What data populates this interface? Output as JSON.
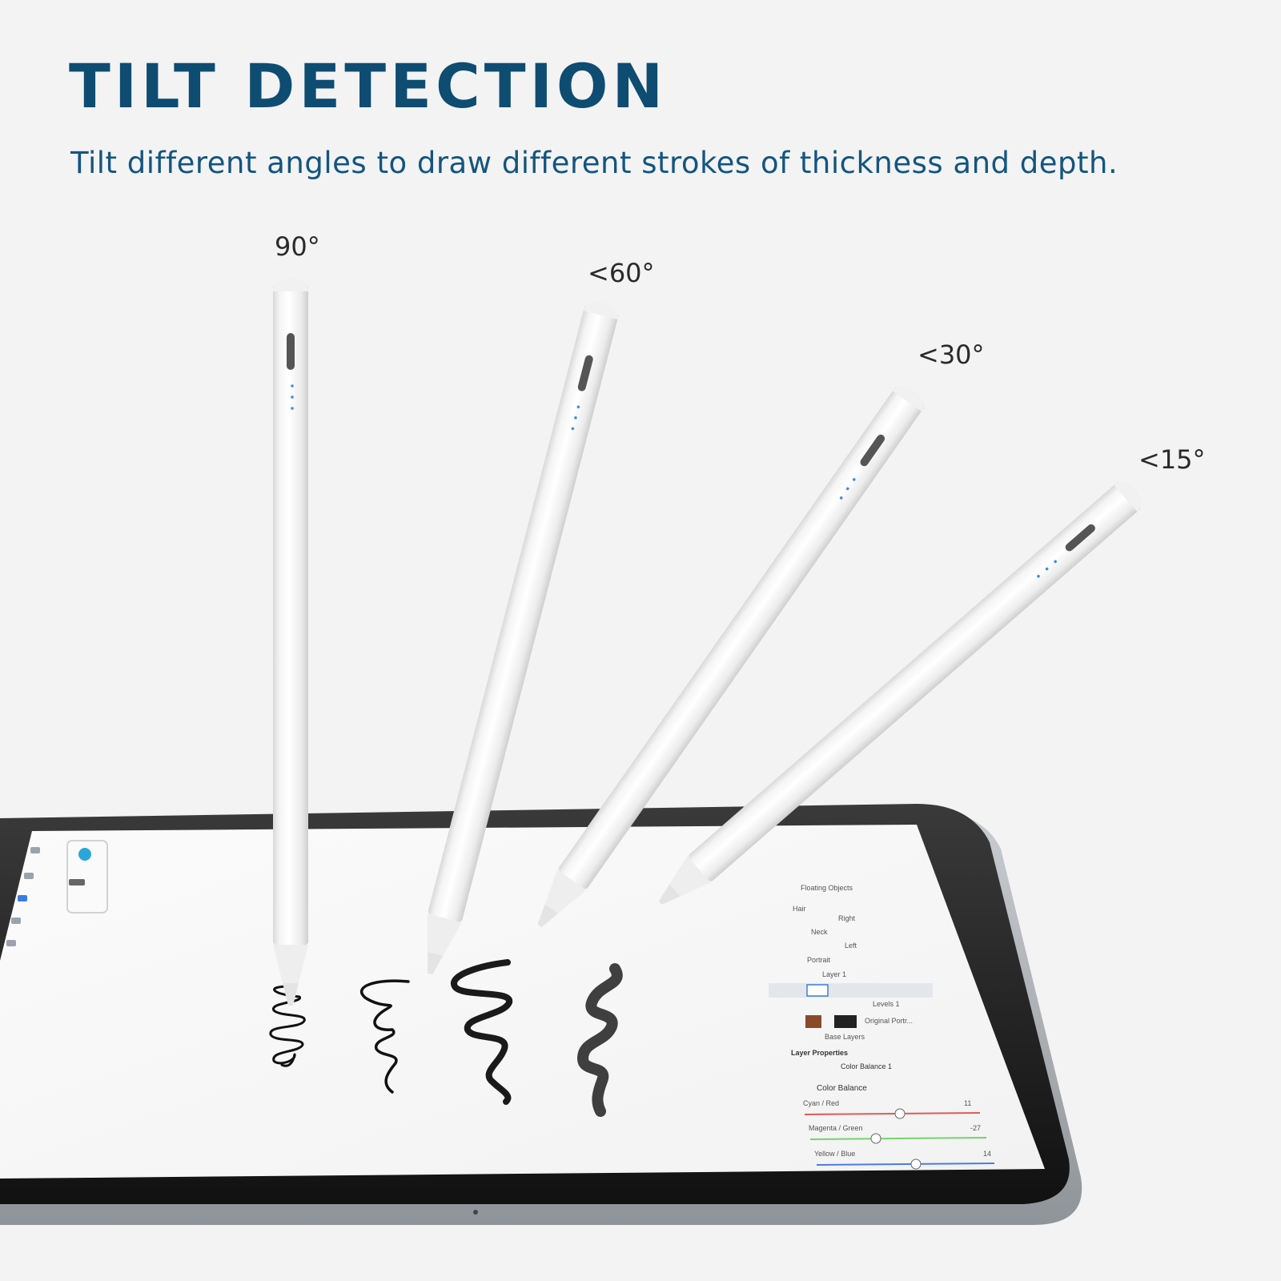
{
  "heading": {
    "title": "TILT DETECTION",
    "subtitle": "Tilt different angles to draw different strokes of thickness and depth."
  },
  "pens": [
    {
      "angle_label": "90°"
    },
    {
      "angle_label": "<60°"
    },
    {
      "angle_label": "<30°"
    },
    {
      "angle_label": "<15°"
    }
  ],
  "tablet_app": {
    "layers": [
      "Floating Objects",
      "Hair",
      "Right",
      "Neck",
      "Left",
      "Portrait",
      "Layer 1",
      "Levels 1",
      "Original Portr...",
      "Base Layers"
    ],
    "layer_properties_title": "Layer Properties",
    "selected_layer": "Color Balance 1",
    "section_title": "Color Balance",
    "sliders": [
      {
        "label": "Cyan / Red",
        "value": "11"
      },
      {
        "label": "Magenta / Green",
        "value": "-27"
      },
      {
        "label": "Yellow / Blue",
        "value": "14"
      }
    ]
  },
  "colors": {
    "title": "#0e4c72",
    "subtitle": "#14557f",
    "background": "#f3f3f3",
    "led": "#3b8ee8"
  }
}
